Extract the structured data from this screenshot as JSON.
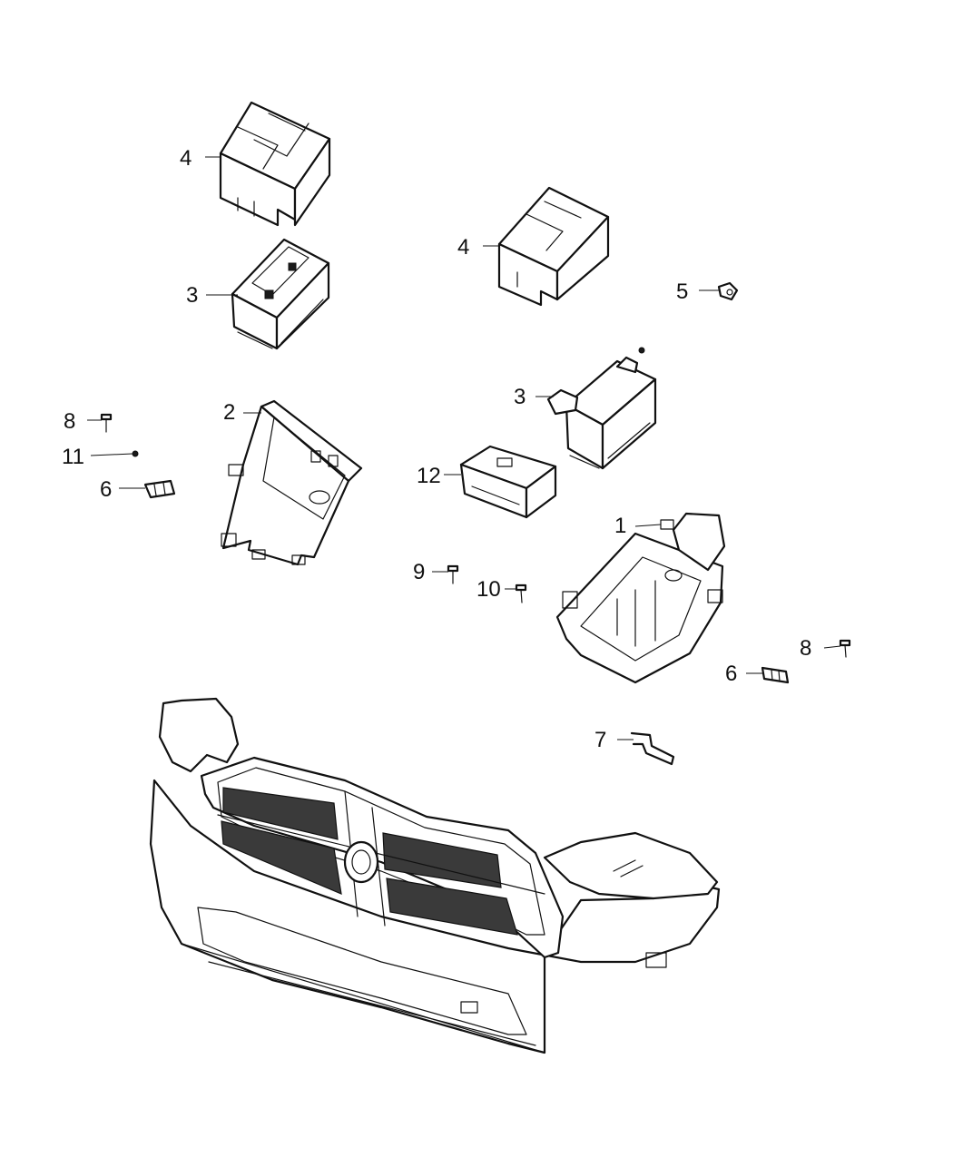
{
  "callouts": [
    {
      "id": "c1",
      "label": "1"
    },
    {
      "id": "c2",
      "label": "2"
    },
    {
      "id": "c3a",
      "label": "3"
    },
    {
      "id": "c3b",
      "label": "3"
    },
    {
      "id": "c4a",
      "label": "4"
    },
    {
      "id": "c4b",
      "label": "4"
    },
    {
      "id": "c5",
      "label": "5"
    },
    {
      "id": "c6a",
      "label": "6"
    },
    {
      "id": "c6b",
      "label": "6"
    },
    {
      "id": "c7",
      "label": "7"
    },
    {
      "id": "c8a",
      "label": "8"
    },
    {
      "id": "c8b",
      "label": "8"
    },
    {
      "id": "c9",
      "label": "9"
    },
    {
      "id": "c10",
      "label": "10"
    },
    {
      "id": "c11",
      "label": "11"
    },
    {
      "id": "c12",
      "label": "12"
    }
  ]
}
